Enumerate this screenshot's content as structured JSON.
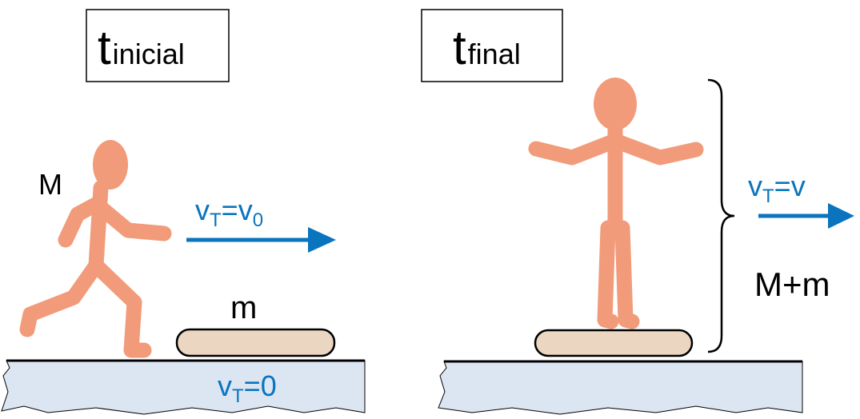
{
  "colors": {
    "figure": "#F29B7A",
    "board": "#EAD6C1",
    "ground": "#DCE6F3",
    "arrow": "#0A74BE"
  },
  "initial": {
    "title_main": "t",
    "title_sub": "inicial",
    "person_label": "M",
    "board_label": "m",
    "person_velocity": {
      "v": "v",
      "sub": "T",
      "eq": "=",
      "rhs": "v",
      "rhs_sub": "0"
    },
    "board_velocity": {
      "v": "v",
      "sub": "T",
      "eq": "=",
      "rhs": "0"
    }
  },
  "final": {
    "title_main": "t",
    "title_sub": "final",
    "velocity": {
      "v": "v",
      "sub": "T",
      "eq": "=",
      "rhs": "v"
    },
    "combined_label": "M+m"
  }
}
